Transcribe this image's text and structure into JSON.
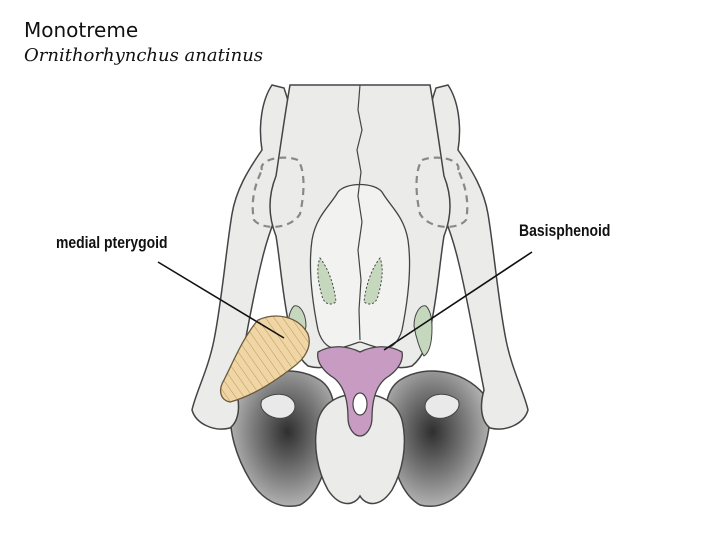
{
  "header": {
    "title": "Monotreme",
    "species": "Ornithorhynchus anatinus"
  },
  "labels": {
    "medial_pterygoid": "medial pterygoid",
    "basisphenoid": "Basisphenoid"
  },
  "colors": {
    "bone": "#ebebea",
    "outline": "#555555",
    "muscle": "#f0d6a4",
    "basisphenoid": "#c89bc3",
    "green_region": "#c5d8bd",
    "otic_dark": "#5d5d5d",
    "otic_mid": "#9a9a9a"
  }
}
